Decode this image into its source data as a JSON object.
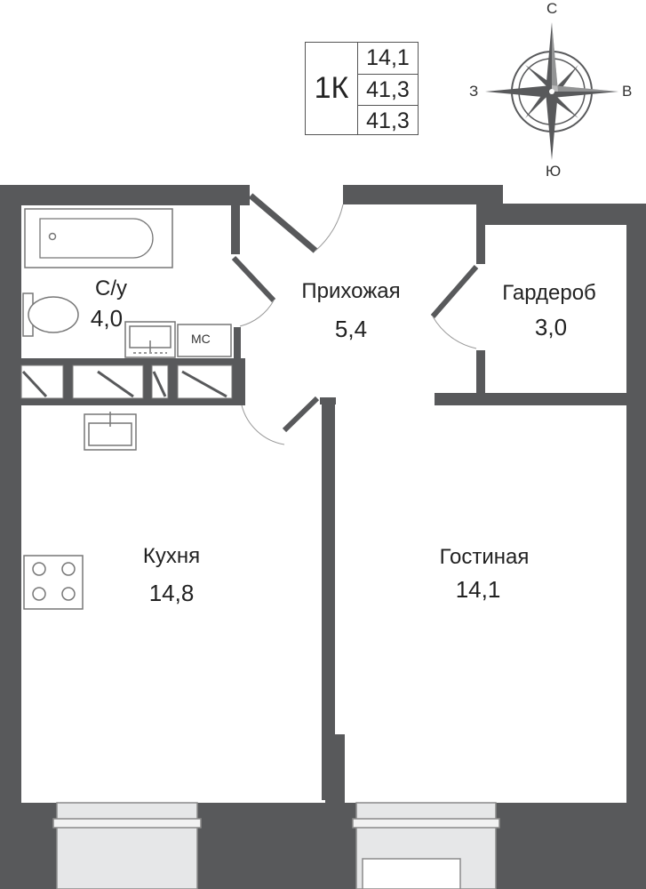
{
  "summary": {
    "type": "1К",
    "areas": [
      "14,1",
      "41,3",
      "41,3"
    ]
  },
  "compass": {
    "north": "С",
    "south": "Ю",
    "west": "З",
    "east": "В"
  },
  "rooms": [
    {
      "name": "С/у",
      "area": "4,0"
    },
    {
      "name": "Прихожая",
      "area": "5,4"
    },
    {
      "name": "Гардероб",
      "area": "3,0"
    },
    {
      "name": "Кухня",
      "area": "14,8"
    },
    {
      "name": "Гостиная",
      "area": "14,1"
    }
  ],
  "fixtures": {
    "washer_label": "МС"
  },
  "colors": {
    "wall": "#58595b",
    "fixture_stroke": "#777777",
    "window": "#e6e7e8"
  }
}
